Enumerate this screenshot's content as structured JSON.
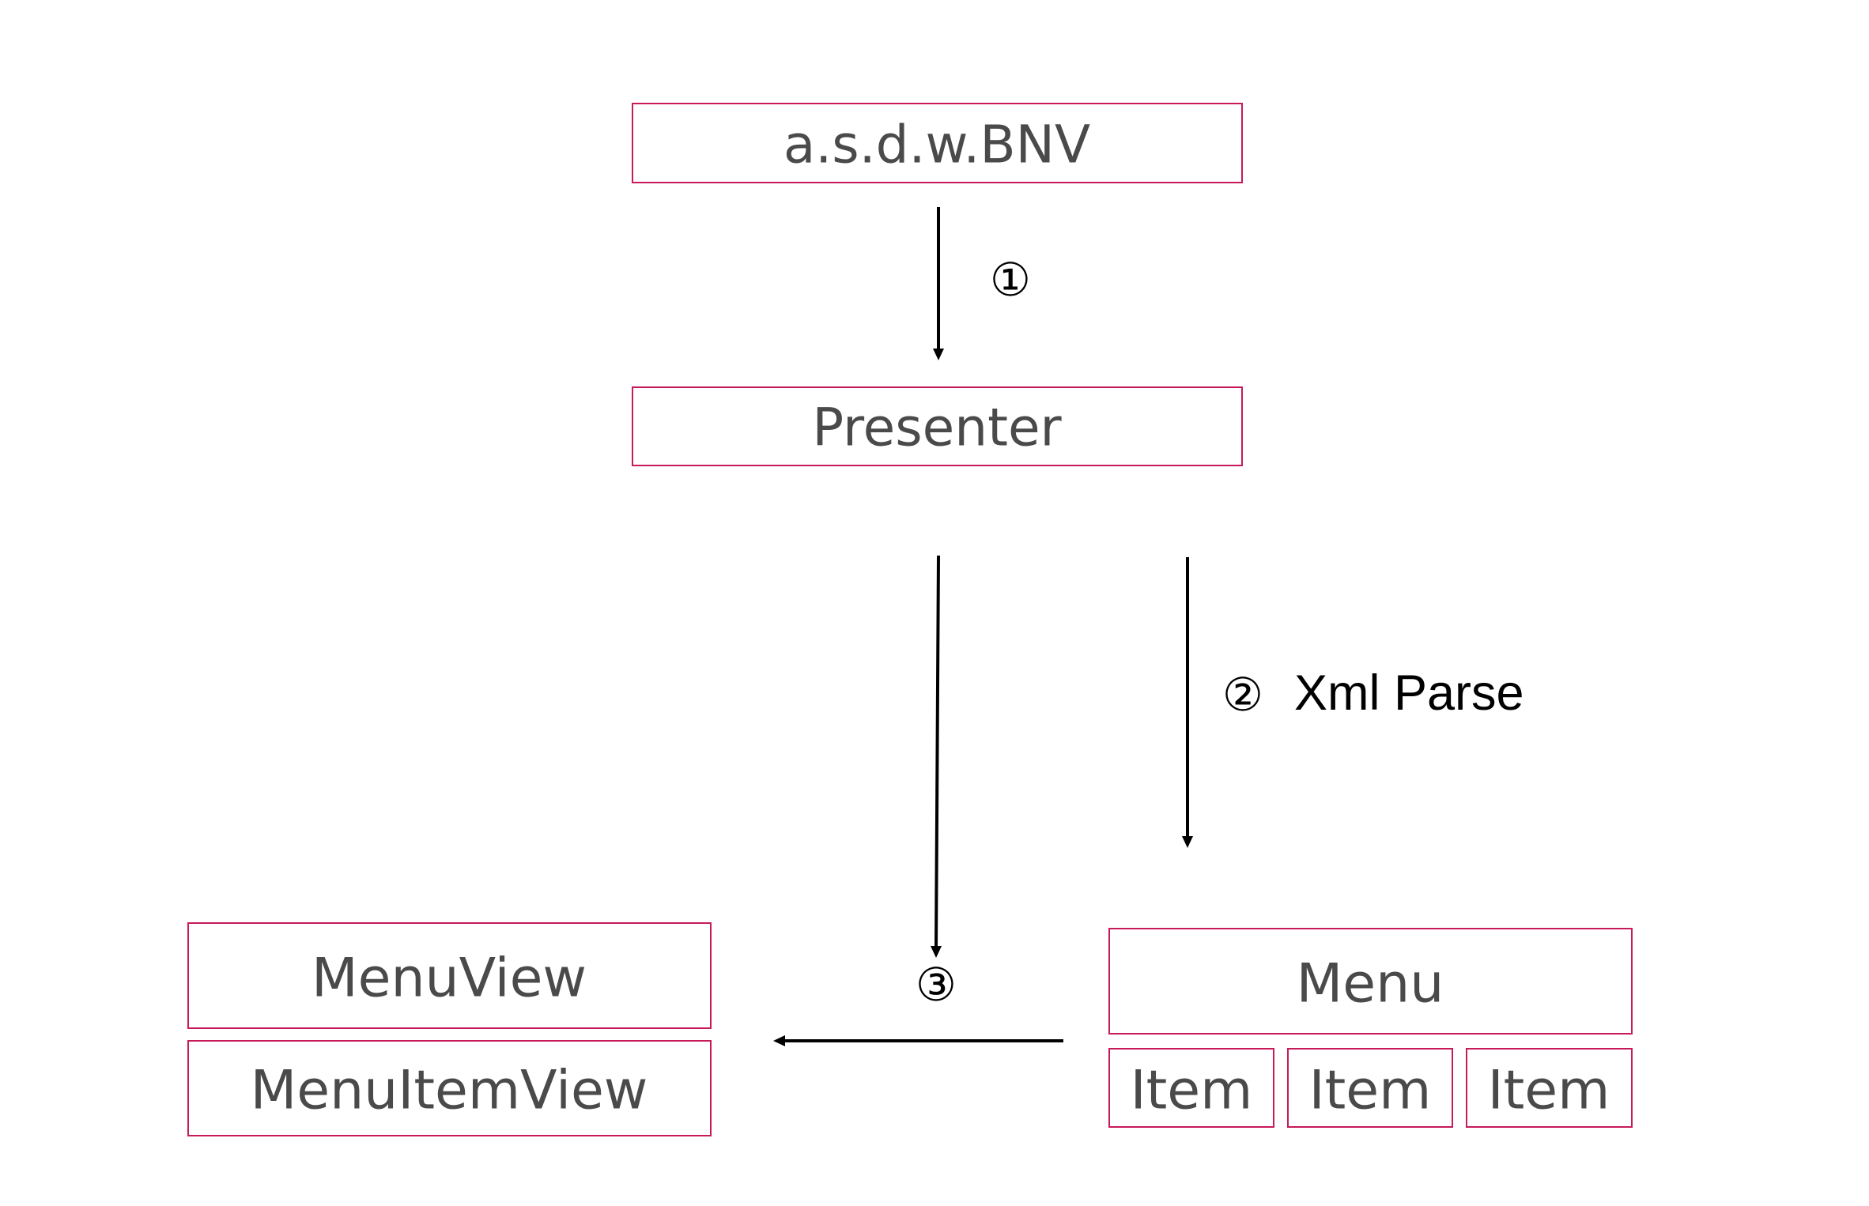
{
  "nodes": {
    "bnv": {
      "label": "a.s.d.w.BNV"
    },
    "presenter": {
      "label": "Presenter"
    },
    "menu_view": {
      "label": "MenuView"
    },
    "menu_item_view": {
      "label": "MenuItemView"
    },
    "menu": {
      "label": "Menu"
    },
    "items": [
      {
        "label": "Item"
      },
      {
        "label": "Item"
      },
      {
        "label": "Item"
      }
    ]
  },
  "edges": {
    "step1": {
      "marker": "①"
    },
    "step2": {
      "marker": "②",
      "text": "Xml Parse"
    },
    "step3": {
      "marker": "③"
    }
  },
  "colors": {
    "box_border": "#c8195a",
    "box_text": "#4a4a4a",
    "arrow": "#000000"
  }
}
